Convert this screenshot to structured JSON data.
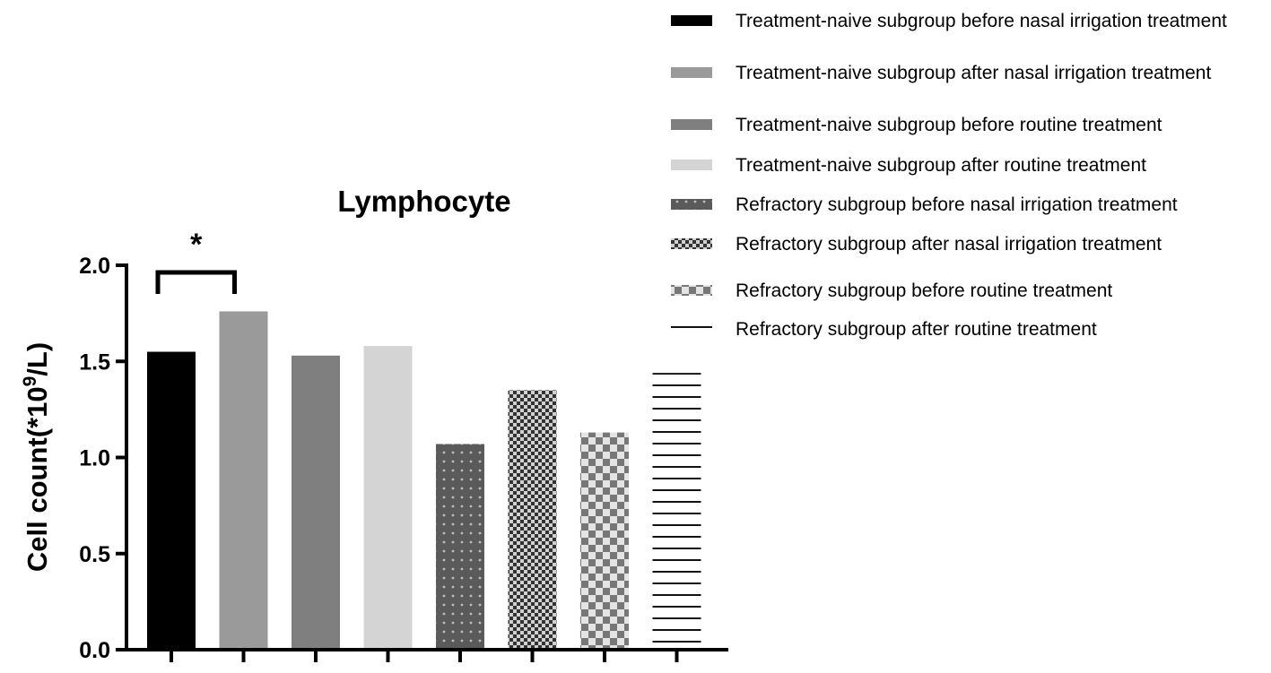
{
  "chart_data": {
    "type": "bar",
    "title": "Lymphocyte",
    "ylabel_prefix": "Cell count(*10",
    "ylabel_sup": "9",
    "ylabel_suffix": "/L)",
    "ylim": [
      0,
      2.0
    ],
    "yticks": [
      "0.0",
      "0.5",
      "1.0",
      "1.5",
      "2.0"
    ],
    "grid": false,
    "legend_position": "top-right",
    "series": [
      {
        "name": "Treatment-naive subgroup before nasal irrigation treatment",
        "value": 1.55,
        "color": "#000000",
        "pattern": "solid"
      },
      {
        "name": "Treatment-naive subgroup after nasal irrigation treatment",
        "value": 1.76,
        "color": "#9a9a9a",
        "pattern": "solid"
      },
      {
        "name": "Treatment-naive subgroup before routine treatment",
        "value": 1.53,
        "color": "#7f7f7f",
        "pattern": "solid"
      },
      {
        "name": "Treatment-naive subgroup after routine treatment",
        "value": 1.58,
        "color": "#d4d4d4",
        "pattern": "solid"
      },
      {
        "name": "Refractory subgroup before nasal irrigation treatment",
        "value": 1.07,
        "color": "#666666",
        "pattern": "dots"
      },
      {
        "name": "Refractory subgroup after nasal irrigation treatment",
        "value": 1.35,
        "color": "#555555",
        "pattern": "fine-check"
      },
      {
        "name": "Refractory subgroup before routine treatment",
        "value": 1.13,
        "color": "#777777",
        "pattern": "check"
      },
      {
        "name": "Refractory subgroup after routine treatment",
        "value": 1.44,
        "color": "#222222",
        "pattern": "hlines"
      }
    ],
    "annotations": [
      {
        "text": "*",
        "between": [
          0,
          1
        ]
      }
    ]
  }
}
